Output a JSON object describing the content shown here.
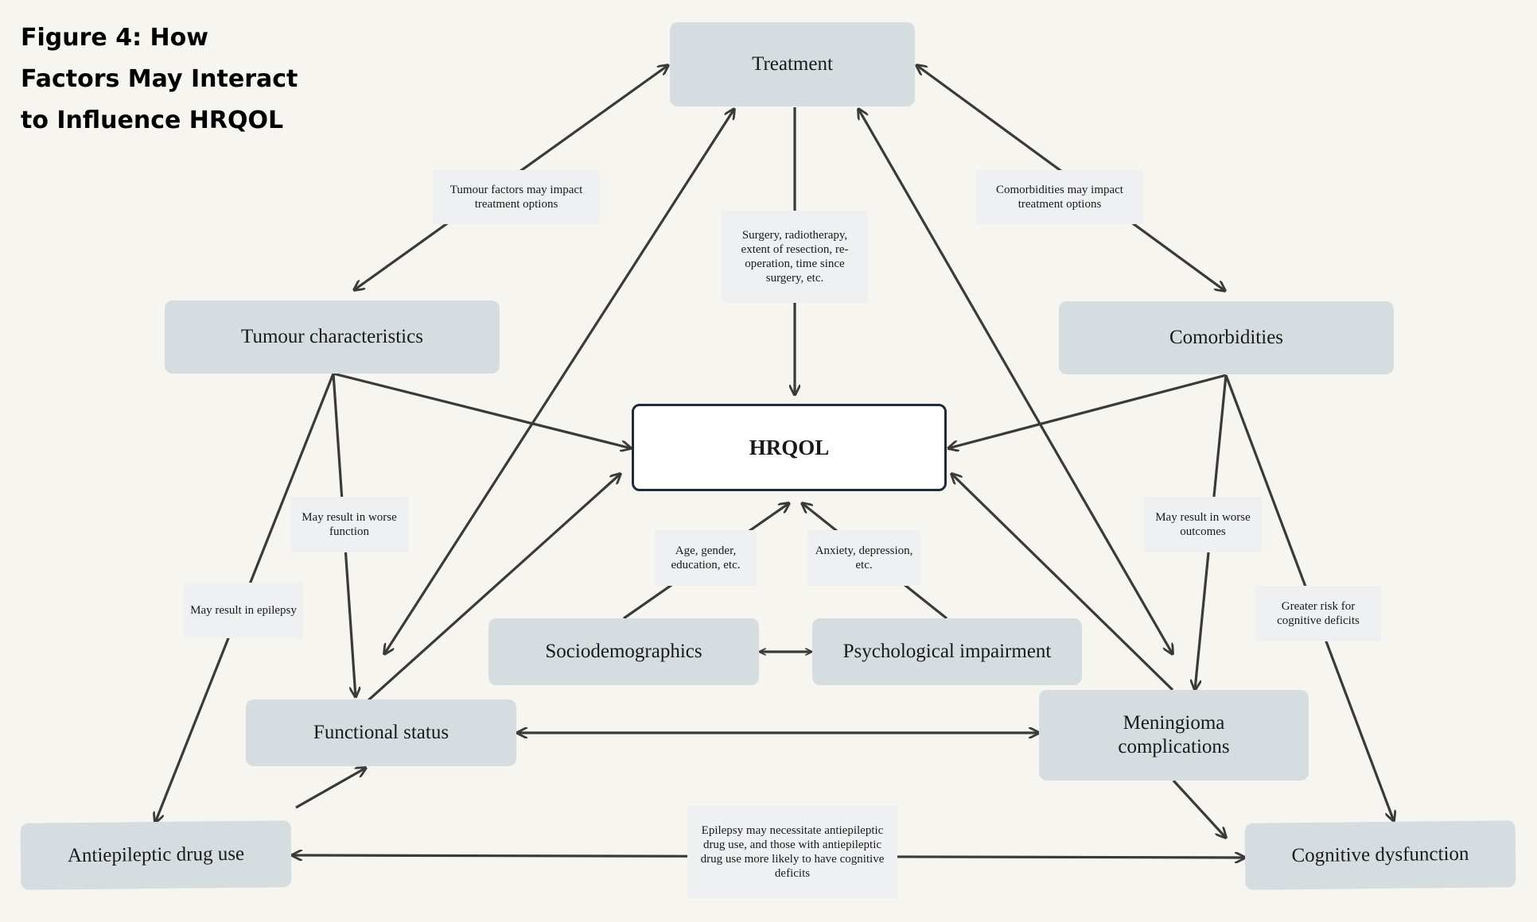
{
  "title": "Figure 4: How Factors May Interact to Influence HRQOL",
  "nodes": {
    "treatment": "Treatment",
    "tumour": "Tumour characteristics",
    "comorbidities": "Comorbidities",
    "hrqol": "HRQOL",
    "sociodemographics": "Sociodemographics",
    "psychological": "Psychological impairment",
    "functional": "Functional status",
    "meningioma": "Meningioma complications",
    "antiepileptic": "Antiepileptic drug use",
    "cognitive": "Cognitive dysfunction"
  },
  "labels": {
    "tumour_treatment": "Tumour factors may impact treatment options",
    "comorbidities_treatment": "Comorbidities may impact treatment options",
    "treatment_hrqol": "Surgery, radiotherapy, extent of resection, re-operation, time since surgery, etc.",
    "worse_function": "May result in worse function",
    "epilepsy": "May result in epilepsy",
    "sociodemo": "Age, gender, education, etc.",
    "psych": "Anxiety, depression, etc.",
    "worse_outcomes": "May result in worse outcomes",
    "cognitive_risk": "Greater risk for cognitive deficits",
    "epilepsy_drug": "Epilepsy may necessitate antiepileptic drug use, and those with antiepileptic drug use more likely to have cognitive deficits"
  },
  "colors": {
    "background": "#f6f5f0",
    "node_fill": "#d6dde0",
    "center_border": "#1d2b3a",
    "label_fill": "#eef0f2",
    "arrow": "#3a3a3a"
  }
}
